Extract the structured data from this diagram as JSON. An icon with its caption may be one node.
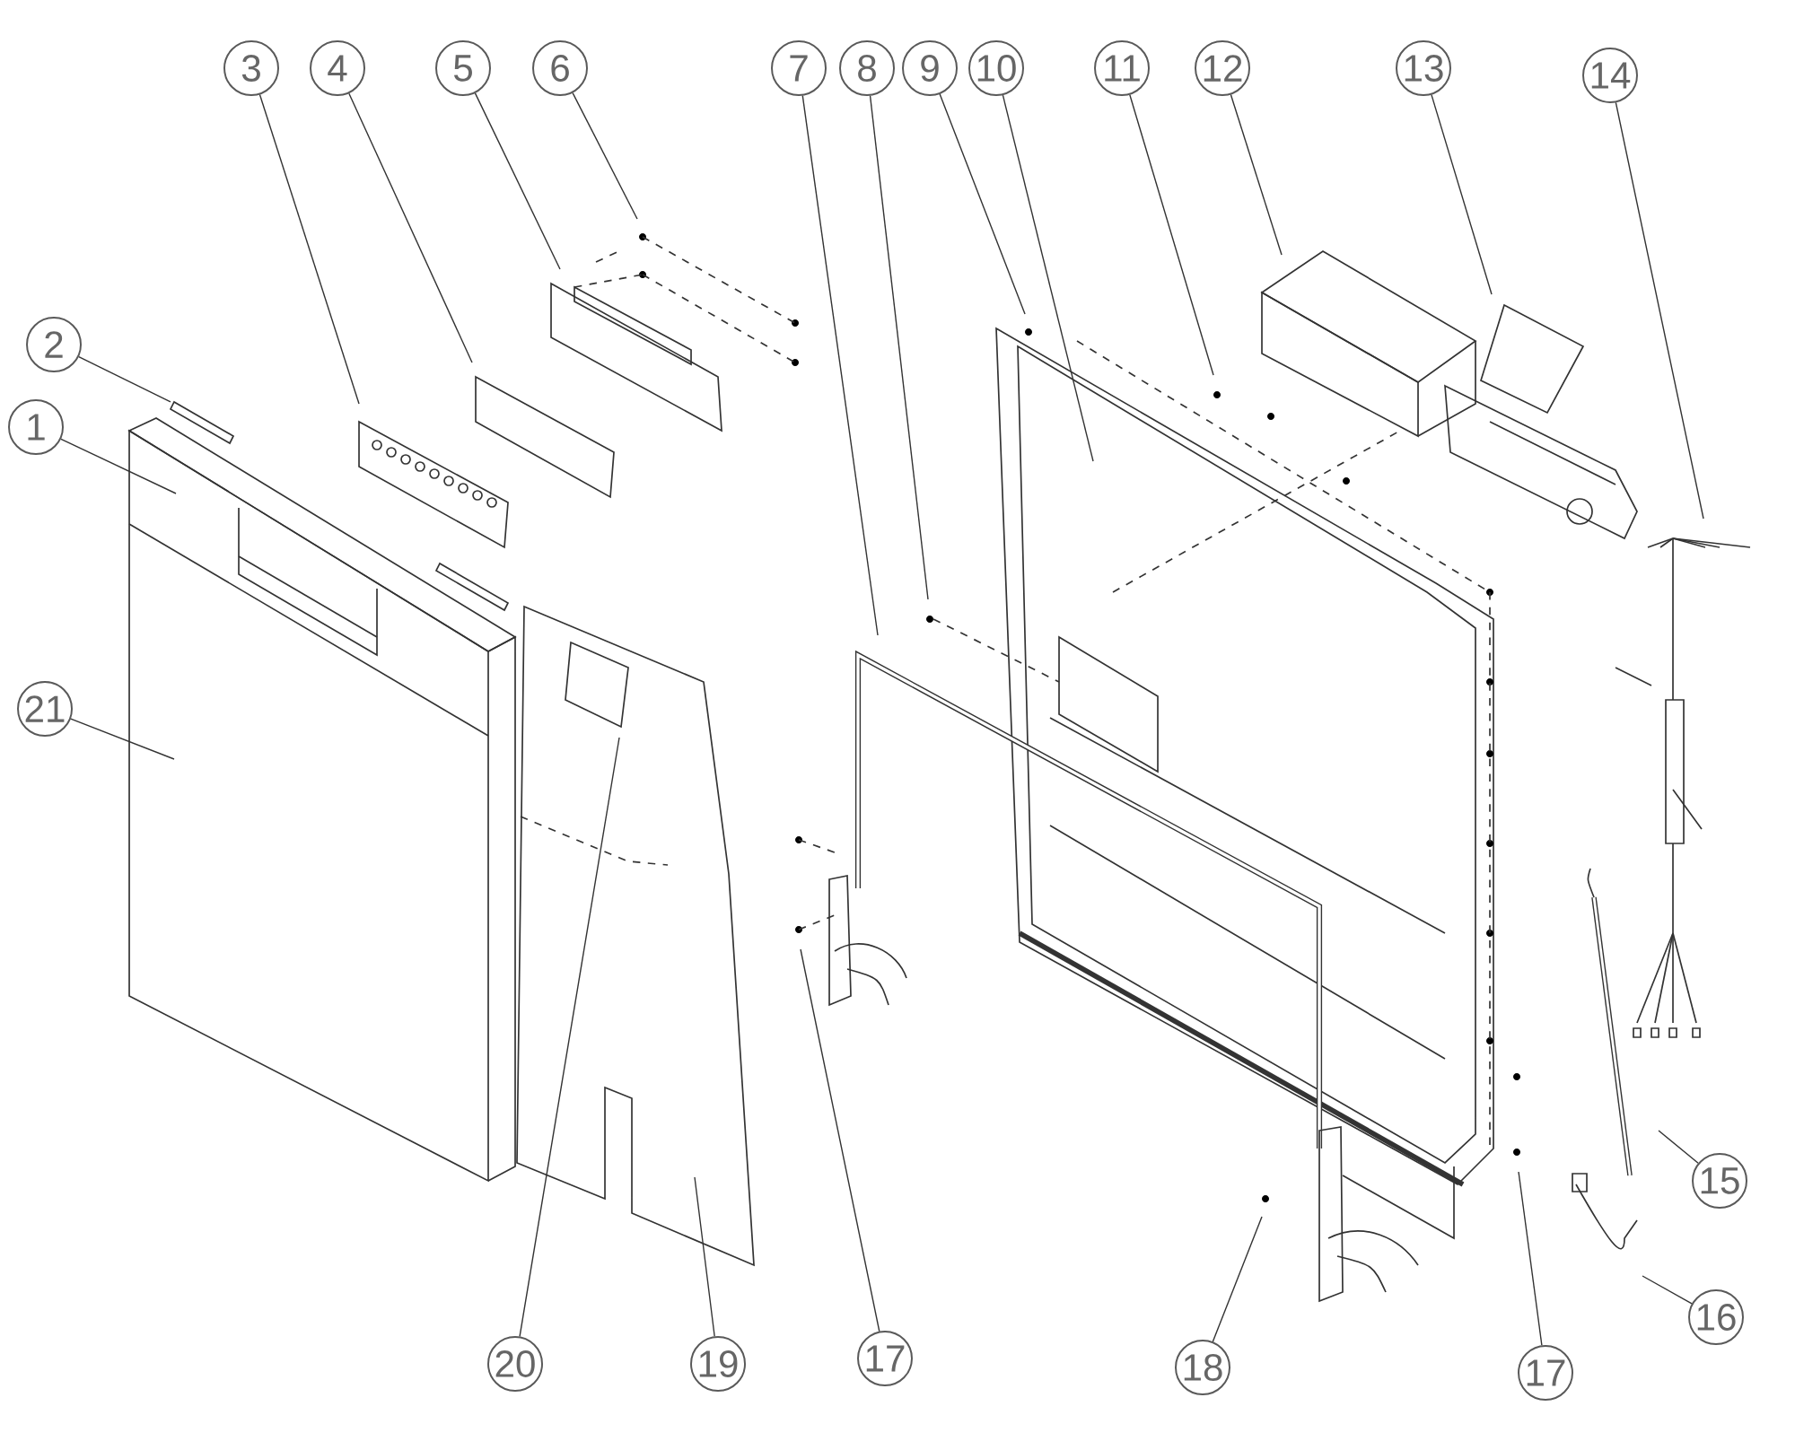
{
  "diagram": {
    "nodes": [
      {
        "text": [
          "1"
        ]
      },
      {
        "text": [
          "2"
        ]
      },
      {
        "text": [
          "3"
        ]
      },
      {
        "text": [
          "4"
        ]
      },
      {
        "text": [
          "5"
        ]
      },
      {
        "text": [
          "6"
        ]
      },
      {
        "text": [
          "7"
        ]
      },
      {
        "text": [
          "8"
        ]
      },
      {
        "text": [
          "9"
        ]
      },
      {
        "text": [
          "10"
        ]
      },
      {
        "text": [
          "11"
        ]
      },
      {
        "text": [
          "12"
        ]
      },
      {
        "text": [
          "13"
        ]
      },
      {
        "text": [
          "14"
        ]
      },
      {
        "text": [
          "15"
        ]
      },
      {
        "text": [
          "16"
        ]
      },
      {
        "text": [
          "17"
        ]
      },
      {
        "text": [
          "17"
        ]
      },
      {
        "text": [
          "18"
        ]
      },
      {
        "text": [
          "19"
        ]
      },
      {
        "text": [
          "20"
        ]
      },
      {
        "text": [
          "21"
        ]
      }
    ],
    "edges": [
      {
        "from": 0,
        "to": null,
        "arrow": "none"
      },
      {
        "from": 1,
        "to": null,
        "arrow": "none"
      },
      {
        "from": 2,
        "to": null,
        "arrow": "none"
      },
      {
        "from": 3,
        "to": null,
        "arrow": "none"
      },
      {
        "from": 4,
        "to": null,
        "arrow": "none"
      },
      {
        "from": 5,
        "to": null,
        "arrow": "none"
      },
      {
        "from": 6,
        "to": null,
        "arrow": "none"
      },
      {
        "from": 7,
        "to": null,
        "arrow": "none"
      },
      {
        "from": 8,
        "to": null,
        "arrow": "none"
      },
      {
        "from": 9,
        "to": null,
        "arrow": "none"
      },
      {
        "from": 10,
        "to": null,
        "arrow": "none"
      },
      {
        "from": 11,
        "to": null,
        "arrow": "none"
      },
      {
        "from": 12,
        "to": null,
        "arrow": "none"
      },
      {
        "from": 13,
        "to": null,
        "arrow": "none"
      },
      {
        "from": 14,
        "to": null,
        "arrow": "none"
      },
      {
        "from": 15,
        "to": null,
        "arrow": "none"
      },
      {
        "from": 16,
        "to": null,
        "arrow": "none"
      },
      {
        "from": 17,
        "to": null,
        "arrow": "none"
      },
      {
        "from": 18,
        "to": null,
        "arrow": "none"
      },
      {
        "from": 19,
        "to": null,
        "arrow": "none"
      },
      {
        "from": 20,
        "to": null,
        "arrow": "none"
      },
      {
        "from": 21,
        "to": null,
        "arrow": "none"
      }
    ]
  }
}
